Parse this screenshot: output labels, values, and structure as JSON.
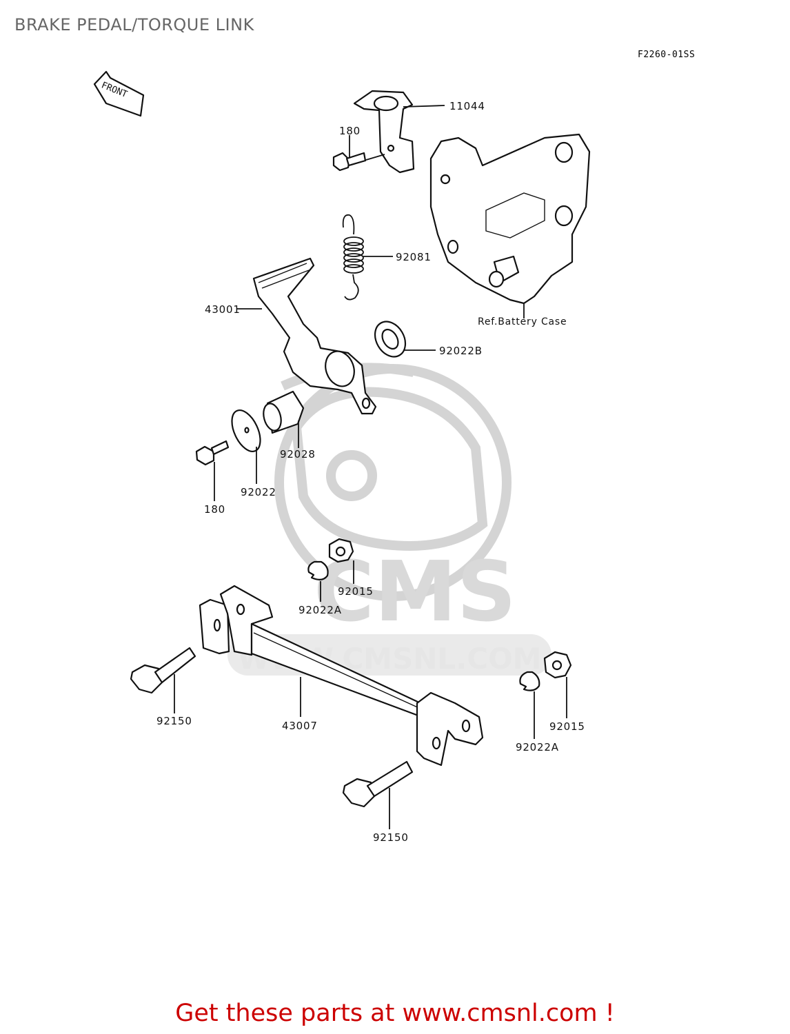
{
  "page": {
    "title": "BRAKE PEDAL/TORQUE LINK",
    "figure_code": "F2260-01SS",
    "front_arrow_label": "FRONT",
    "reference_label": "Ref.Battery Case",
    "watermark": {
      "brand": "CMS",
      "url": "WWW.CMSNL.COM"
    },
    "call_to_action": "Get these parts at www.cmsnl.com !",
    "colors": {
      "title": "#666666",
      "cta": "#cc0000",
      "watermark": "#d8d8d8",
      "line_art": "#111111"
    }
  },
  "parts": [
    {
      "id": "p11044",
      "number": "11044",
      "name": "bracket"
    },
    {
      "id": "p180a",
      "number": "180",
      "name": "bolt (bracket)"
    },
    {
      "id": "p92081",
      "number": "92081",
      "name": "spring"
    },
    {
      "id": "p43001",
      "number": "43001",
      "name": "brake pedal"
    },
    {
      "id": "p92022B",
      "number": "92022B",
      "name": "washer"
    },
    {
      "id": "p92028",
      "number": "92028",
      "name": "collar"
    },
    {
      "id": "p92022",
      "number": "92022",
      "name": "washer"
    },
    {
      "id": "p180b",
      "number": "180",
      "name": "bolt (pedal)"
    },
    {
      "id": "p92015a",
      "number": "92015",
      "name": "nut (upper)"
    },
    {
      "id": "p92022Aa",
      "number": "92022A",
      "name": "circlip (upper)"
    },
    {
      "id": "p92150a",
      "number": "92150",
      "name": "bolt (left)"
    },
    {
      "id": "p43007",
      "number": "43007",
      "name": "torque link"
    },
    {
      "id": "p92022Ab",
      "number": "92022A",
      "name": "circlip (right)"
    },
    {
      "id": "p92015b",
      "number": "92015",
      "name": "nut (right)"
    },
    {
      "id": "p92150b",
      "number": "92150",
      "name": "bolt (lower)"
    }
  ]
}
